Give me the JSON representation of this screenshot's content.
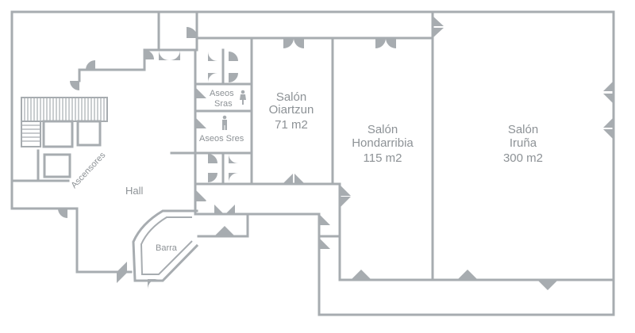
{
  "labels": {
    "hall": "Hall",
    "ascensores": "Ascensores",
    "barra": "Barra",
    "aseos_sras": [
      "Aseos",
      "Sras"
    ],
    "aseos_sres": "Aseos Sres"
  },
  "rooms": [
    {
      "name": "Salón",
      "sub": "Oiartzun",
      "area": "71 m2"
    },
    {
      "name": "Salón",
      "sub": "Hondarribia",
      "area": "115 m2"
    },
    {
      "name": "Salón",
      "sub": "Iruña",
      "area": "300 m2"
    }
  ],
  "icons": {
    "female": "female-restroom-icon",
    "male": "male-restroom-icon",
    "door": "door-swing-icon"
  },
  "colors": {
    "walls": "#a7acb0",
    "text": "#8d9296",
    "background": "#ffffff"
  }
}
